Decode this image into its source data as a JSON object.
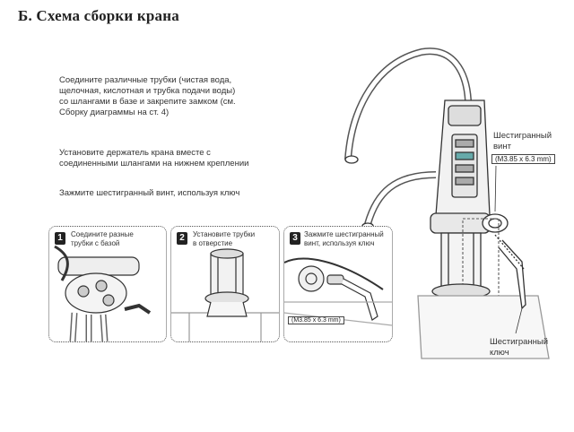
{
  "title": "Б. Схема сборки крана",
  "steps": [
    "Соедините различные трубки (чистая вода,\nщелочная, кислотная и трубка подачи воды)\nсо шлангами в базе и закрепите замком (см.\nСборку диаграммы на ст. 4)",
    "Установите держатель крана вместе с\nсоединенными шлангами на нижнем креплении",
    "Зажмите шестигранный винт, используя ключ"
  ],
  "panels": [
    {
      "number": "1",
      "caption": "Соедините разные\nтрубки с базой"
    },
    {
      "number": "2",
      "caption": "Установите трубки\nв отверстие"
    },
    {
      "number": "3",
      "caption": "Зажмите шестигранный\nвинт, используя ключ",
      "spec": "(M3.85 x 6.3 mm)"
    }
  ],
  "callouts": {
    "hex_screw": "Шестигранный\nвинт",
    "hex_screw_spec": "(M3.85 x 6.3 mm)",
    "hex_key": "Шестигранный\nключ"
  },
  "icons": [
    "faucet-illustration",
    "hex-key-icon",
    "hex-screw-icon",
    "tube-icon"
  ]
}
